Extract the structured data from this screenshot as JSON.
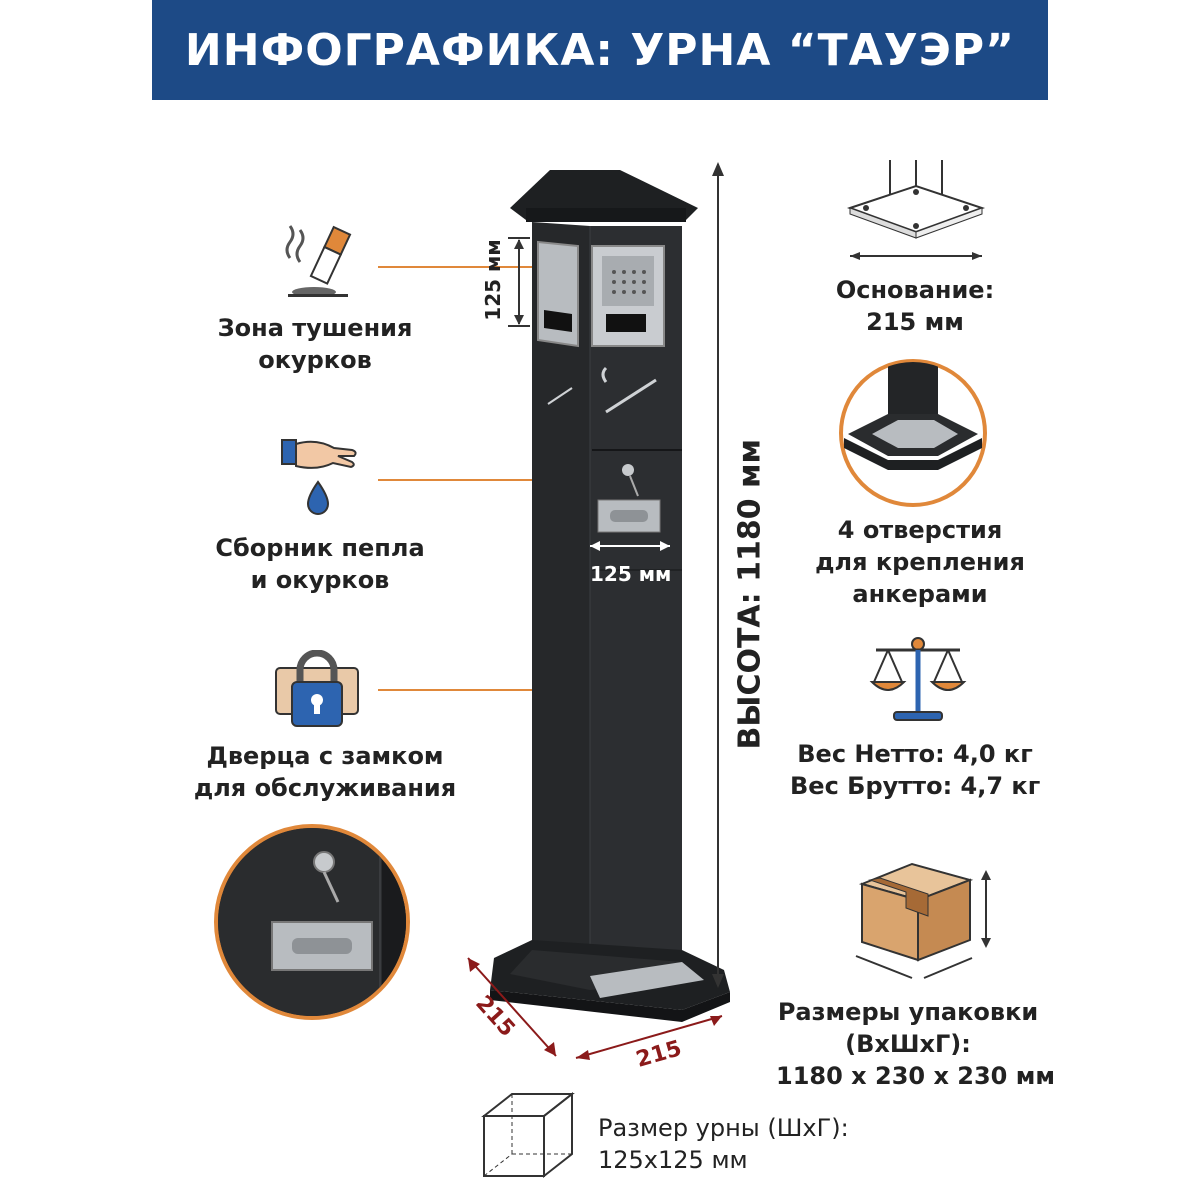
{
  "header": {
    "title": "ИНФОГРАФИКА: УРНА “ТАУЭР”"
  },
  "features": {
    "extinguish": {
      "line1": "Зона тушения",
      "line2": "окурков"
    },
    "collector": {
      "line1": "Сборник пепла",
      "line2": "и окурков"
    },
    "door": {
      "line1": "Дверца с замком",
      "line2": "для обслуживания"
    }
  },
  "dimensions": {
    "slot_height": "125 мм",
    "slot_width": "125 мм",
    "height": "ВЫСОТА: 1180 мм",
    "base_left": "215",
    "base_right": "215"
  },
  "specs": {
    "base": {
      "line1": "Основание:",
      "line2": "215 мм"
    },
    "holes": {
      "line1": "4 отверстия",
      "line2": "для крепления",
      "line3": "анкерами"
    },
    "weight": {
      "net": "Вес Нетто: 4,0 кг",
      "gross": "Вес Брутто: 4,7 кг"
    },
    "package": {
      "line1": "Размеры упаковки",
      "line2": "(ВхШхГ):",
      "line3": "1180 х 230 х 230 мм"
    },
    "bin_size": {
      "line1": "Размер урны (ШхГ):",
      "line2": "125х125 мм"
    }
  },
  "colors": {
    "banner": "#1d4a86",
    "accent": "#e0883a",
    "dimension": "#8b1a1a",
    "product": "#232527",
    "steel": "#b8bcc0"
  }
}
